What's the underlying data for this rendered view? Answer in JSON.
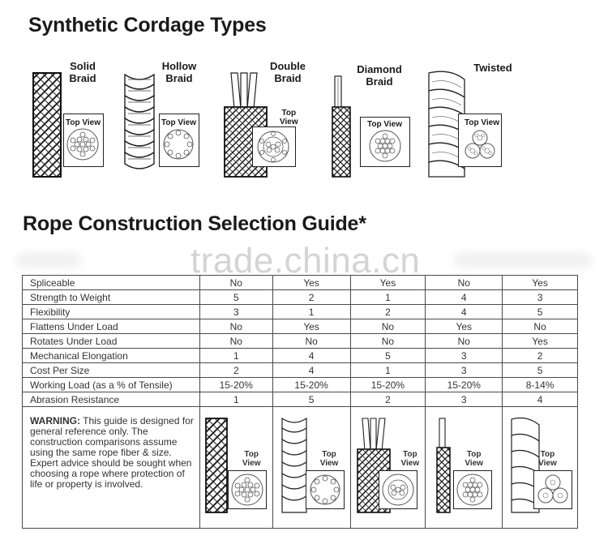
{
  "titles": {
    "cordage": "Synthetic Cordage Types",
    "guide": "Rope Construction Selection Guide*"
  },
  "top_view_label": "Top\nView",
  "top_view_label_inline": "Top View",
  "ropes": [
    {
      "label": "Solid\nBraid"
    },
    {
      "label": "Hollow\nBraid"
    },
    {
      "label": "Double\nBraid"
    },
    {
      "label": "Diamond\nBraid"
    },
    {
      "label": "Twisted"
    }
  ],
  "watermark": "trade.china.cn",
  "guide_rows": [
    {
      "label": "Spliceable",
      "values": [
        "No",
        "Yes",
        "Yes",
        "No",
        "Yes"
      ]
    },
    {
      "label": "Strength to Weight",
      "values": [
        "5",
        "2",
        "1",
        "4",
        "3"
      ]
    },
    {
      "label": "Flexibility",
      "values": [
        "3",
        "1",
        "2",
        "4",
        "5"
      ]
    },
    {
      "label": "Flattens Under Load",
      "values": [
        "No",
        "Yes",
        "No",
        "Yes",
        "No"
      ]
    },
    {
      "label": "Rotates Under Load",
      "values": [
        "No",
        "No",
        "No",
        "No",
        "Yes"
      ]
    },
    {
      "label": "Mechanical Elongation",
      "values": [
        "1",
        "4",
        "5",
        "3",
        "2"
      ]
    },
    {
      "label": "Cost Per Size",
      "values": [
        "2",
        "4",
        "1",
        "3",
        "5"
      ]
    },
    {
      "label": "Working Load (as a % of Tensile)",
      "values": [
        "15-20%",
        "15-20%",
        "15-20%",
        "15-20%",
        "8-14%"
      ]
    },
    {
      "label": "Abrasion Resistance",
      "values": [
        "1",
        "5",
        "2",
        "3",
        "4"
      ]
    }
  ],
  "warning": {
    "heading": "WARNING:",
    "text": " This guide is designed for general reference only. The construction comparisons assume using the same rope fiber & size. Expert advice should be sought when choosing a rope where protection of life or property is involved."
  }
}
